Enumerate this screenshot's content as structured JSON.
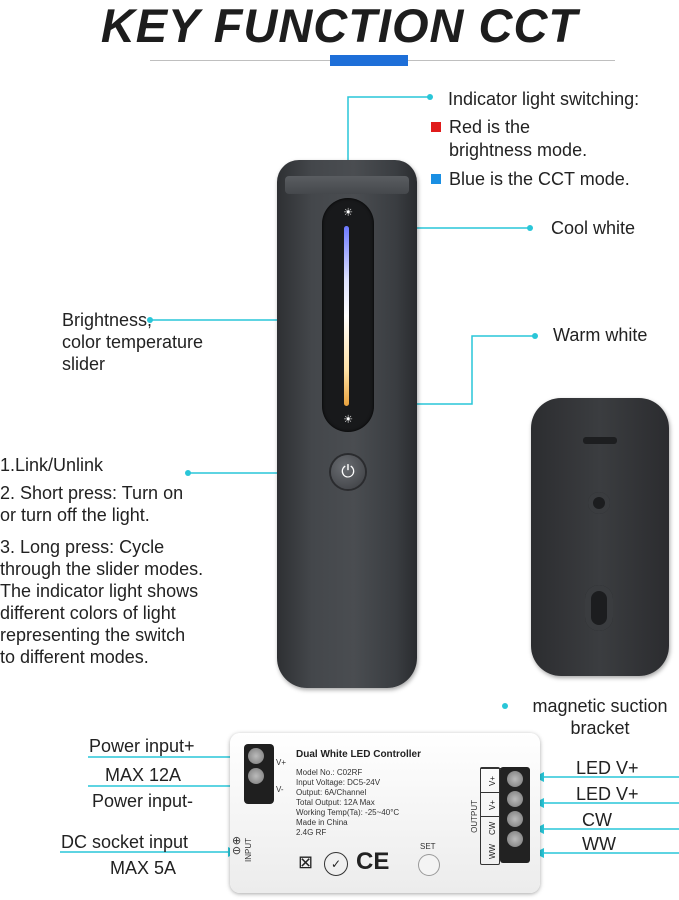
{
  "title": "KEY FUNCTION CCT",
  "colors": {
    "accent": "#1e6fd8",
    "callout": "#29c6d8",
    "red": "#e01b1b",
    "blue": "#1a8fe3"
  },
  "indicator": {
    "heading": "Indicator light switching:",
    "red_line1": "Red is the",
    "red_line2": "brightness mode.",
    "blue_line": "Blue is the CCT mode."
  },
  "cool_white": "Cool white",
  "warm_white": "Warm white",
  "slider_label": {
    "line1": "Brightness,",
    "line2": "color temperature",
    "line3": "slider"
  },
  "functions": {
    "f1": "1.Link/Unlink",
    "f2a": "2. Short press: Turn on",
    "f2b": "or turn off the light.",
    "f3a": "3. Long press: Cycle",
    "f3b": "through the slider modes.",
    "f3c": "The indicator light shows",
    "f3d": "different colors of light",
    "f3e": "representing the switch",
    "f3f": "to different modes."
  },
  "bracket": {
    "line1": "magnetic suction",
    "line2": "bracket"
  },
  "controller": {
    "name": "Dual White LED Controller",
    "model": "Model No.: C02RF",
    "input_voltage": "Input Voltage: DC5-24V",
    "output": "Output: 6A/Channel",
    "total_output": "Total Output: 12A Max",
    "working_temp": "Working Temp(Ta): -25~40°C",
    "made_in": "Made in China",
    "rf": "2.4G RF",
    "set": "SET",
    "input": "INPUT",
    "output_side": "OUTPUT",
    "vplus": "V+",
    "vminus": "V-",
    "terminals": [
      "V+",
      "V+",
      "CW",
      "WW"
    ]
  },
  "left_labels": {
    "power_plus": "Power input+",
    "max12": "MAX 12A",
    "power_minus": "Power input-",
    "dc_socket": "DC socket input",
    "max5": "MAX 5A"
  },
  "right_labels": [
    "LED V+",
    "LED V+",
    "CW",
    "WW"
  ]
}
